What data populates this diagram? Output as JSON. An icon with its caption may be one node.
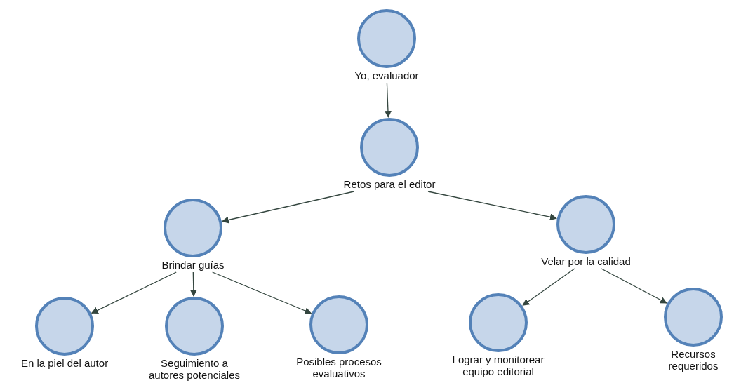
{
  "diagram": {
    "nodes": [
      {
        "text": [
          "Yo, evaluador"
        ]
      },
      {
        "text": [
          "Retos para el editor"
        ]
      },
      {
        "text": [
          "Brindar guías"
        ]
      },
      {
        "text": [
          "Velar por la calidad"
        ]
      },
      {
        "text": [
          "En la piel del autor"
        ]
      },
      {
        "text": [
          "Seguimiento a autores potenciales"
        ]
      },
      {
        "text": [
          "Posibles procesos evaluativos"
        ]
      },
      {
        "text": [
          "Lograr y monitorear equipo editorial"
        ]
      },
      {
        "text": [
          "Recursos requeridos"
        ]
      }
    ],
    "edges": [
      {
        "from": 0,
        "to": 1,
        "arrow": "to"
      },
      {
        "from": 1,
        "to": 2,
        "arrow": "to"
      },
      {
        "from": 1,
        "to": 3,
        "arrow": "to"
      },
      {
        "from": 2,
        "to": 4,
        "arrow": "to"
      },
      {
        "from": 2,
        "to": 5,
        "arrow": "to"
      },
      {
        "from": 2,
        "to": 6,
        "arrow": "to"
      },
      {
        "from": 3,
        "to": 7,
        "arrow": "to"
      },
      {
        "from": 3,
        "to": 8,
        "arrow": "to"
      }
    ]
  }
}
